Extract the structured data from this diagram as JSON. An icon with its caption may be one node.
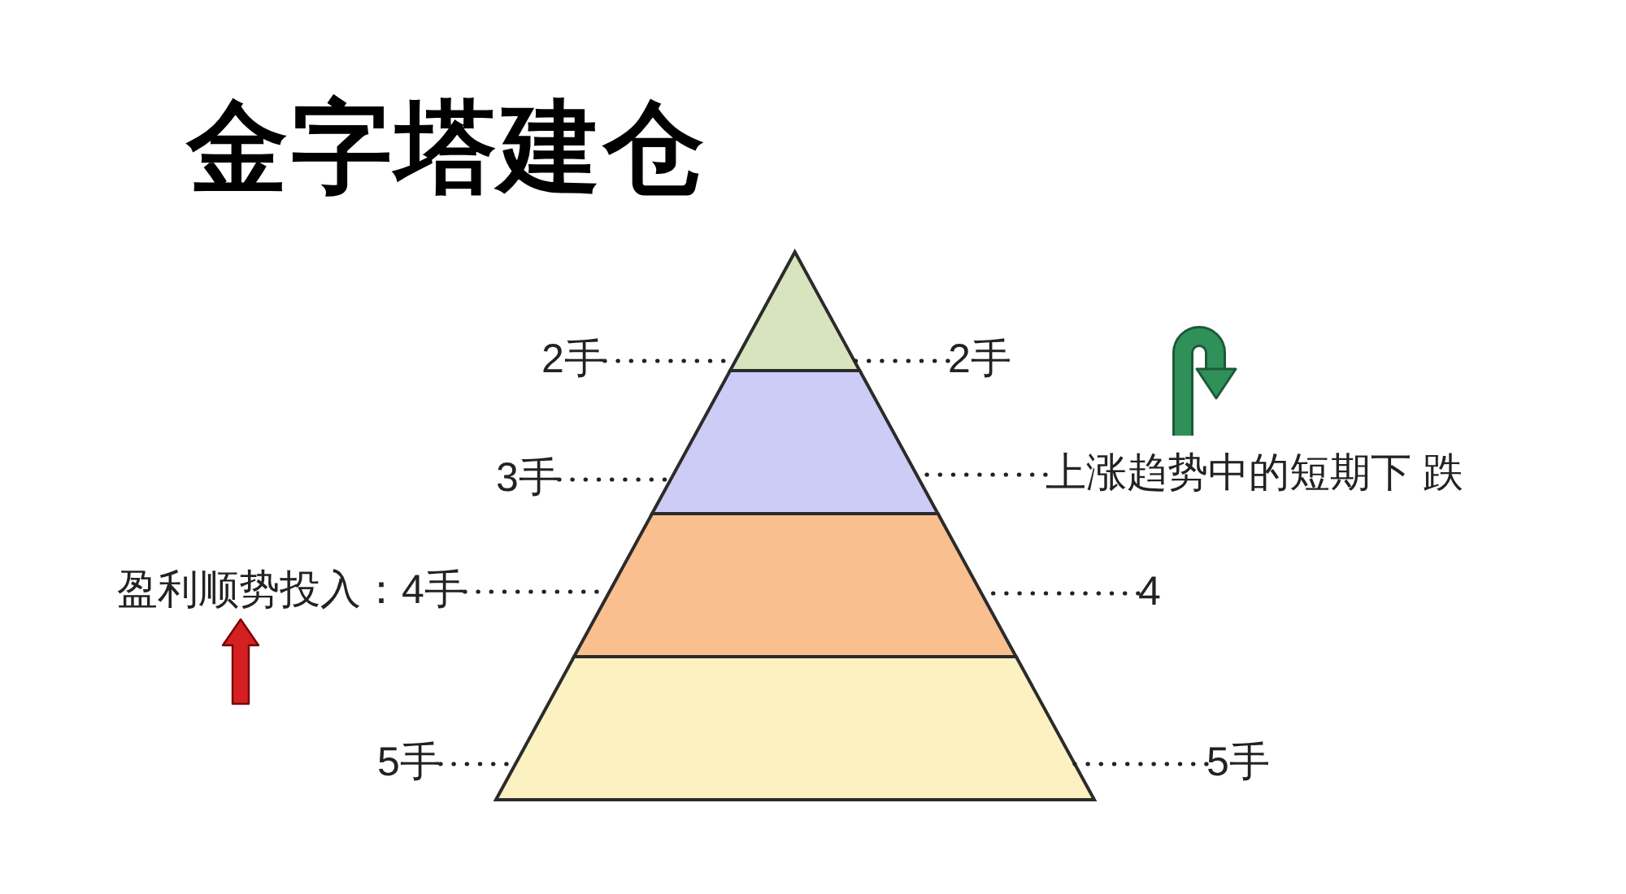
{
  "diagram": {
    "title": "金字塔建仓",
    "nodes": [
      {
        "text": [],
        "shape": "triangle"
      },
      {
        "text": [],
        "shape": "trapezoid"
      },
      {
        "text": [],
        "shape": "trapezoid"
      },
      {
        "text": [],
        "shape": "trapezoid"
      },
      {
        "text": [
          "2手"
        ]
      },
      {
        "text": [
          "2手"
        ]
      },
      {
        "text": [
          "3手"
        ]
      },
      {
        "text": [
          "上涨趋势中的短期下 跌"
        ]
      },
      {
        "text": [
          "盈利顺势投入：4手"
        ]
      },
      {
        "text": [
          "4"
        ]
      },
      {
        "text": [
          "5手"
        ]
      },
      {
        "text": [
          "5手"
        ]
      }
    ],
    "edges": [
      {
        "from": 4,
        "to": 0,
        "arrow": "none",
        "style": "dashed"
      },
      {
        "from": 5,
        "to": 0,
        "arrow": "none",
        "style": "dashed"
      },
      {
        "from": 6,
        "to": 1,
        "arrow": "none",
        "style": "dashed"
      },
      {
        "from": 7,
        "to": 1,
        "arrow": "none",
        "style": "dashed"
      },
      {
        "from": 8,
        "to": 2,
        "arrow": "none",
        "style": "dashed"
      },
      {
        "from": 9,
        "to": 2,
        "arrow": "none",
        "style": "dashed"
      },
      {
        "from": 10,
        "to": 3,
        "arrow": "none",
        "style": "dashed"
      },
      {
        "from": 11,
        "to": 3,
        "arrow": "none",
        "style": "dashed"
      }
    ]
  }
}
